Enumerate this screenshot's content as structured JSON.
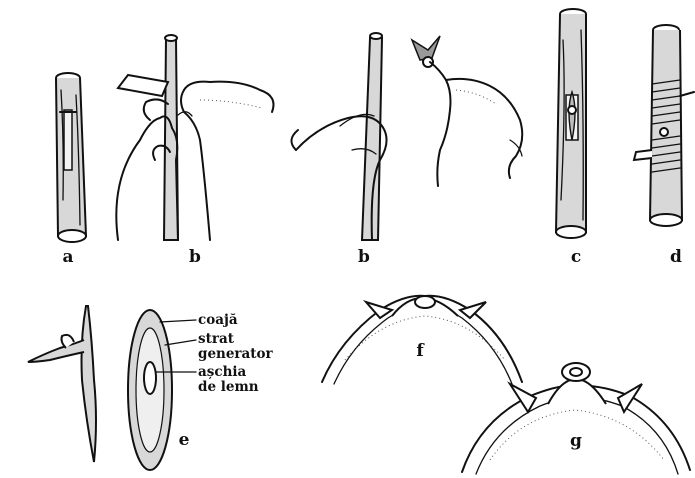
{
  "panels": {
    "a": "a",
    "b1": "b",
    "b2": "b",
    "c": "c",
    "d": "d",
    "e": "e",
    "f": "f",
    "g": "g"
  },
  "annotations": {
    "bark": "coajă",
    "cambium_line1": "strat",
    "cambium_line2": "generator",
    "wood_line1": "așchia",
    "wood_line2": "de lemn"
  }
}
